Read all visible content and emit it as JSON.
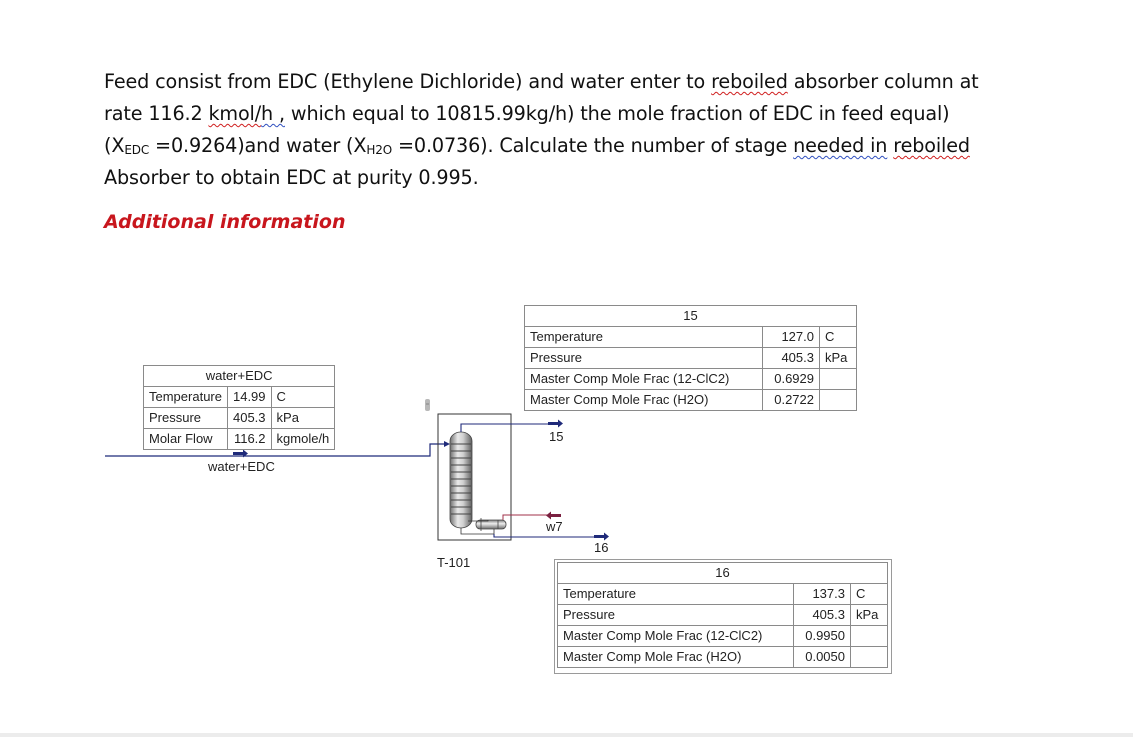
{
  "problem": {
    "line1": {
      "pre": "Feed consist from EDC (Ethylene Dichloride) and water enter to ",
      "flag": "reboiled",
      "post": " absorber column at"
    },
    "line2": {
      "pre": "rate 116.2 ",
      "flag1": "kmol/",
      "flag2": "h ,",
      "post": " which equal to  10815.99kg/h)  the mole fraction of EDC in feed equal)"
    },
    "line3": {
      "p1": "(X",
      "sub1": "EDC",
      "p2": " =0.9264)and water (X",
      "sub2": "H2O",
      "p3": " =0.0736). Calculate the number of stage ",
      "flag1": "needed  in",
      "sp": " ",
      "flag2": "reboiled"
    },
    "line4": "Absorber to obtain EDC at purity 0.995."
  },
  "heading": "Additional information",
  "diagram": {
    "column_label": "T-101",
    "feed_stream_label": "water+EDC",
    "top_stream_label": "15",
    "bottom_stream_label": "16",
    "energy_stream_label": "w7",
    "colors": {
      "material_stream": "#1f2a7a",
      "energy_stream": "#a0304a",
      "outline": "#333333"
    }
  },
  "feed_table": {
    "title": "water+EDC",
    "rows": [
      {
        "name": "Temperature",
        "value": "14.99",
        "unit": "C"
      },
      {
        "name": "Pressure",
        "value": "405.3",
        "unit": "kPa"
      },
      {
        "name": "Molar Flow",
        "value": "116.2",
        "unit": "kgmole/h"
      }
    ]
  },
  "stream15_table": {
    "title": "15",
    "rows": [
      {
        "name": "Temperature",
        "value": "127.0",
        "unit": "C"
      },
      {
        "name": "Pressure",
        "value": "405.3",
        "unit": "kPa"
      },
      {
        "name": "Master Comp Mole Frac (12-ClC2)",
        "value": "0.6929",
        "unit": ""
      },
      {
        "name": "Master Comp Mole Frac (H2O)",
        "value": "0.2722",
        "unit": ""
      }
    ]
  },
  "stream16_table": {
    "title": "16",
    "rows": [
      {
        "name": "Temperature",
        "value": "137.3",
        "unit": "C"
      },
      {
        "name": "Pressure",
        "value": "405.3",
        "unit": "kPa"
      },
      {
        "name": "Master Comp Mole Frac (12-ClC2)",
        "value": "0.9950",
        "unit": ""
      },
      {
        "name": "Master Comp Mole Frac (H2O)",
        "value": "0.0050",
        "unit": ""
      }
    ]
  }
}
